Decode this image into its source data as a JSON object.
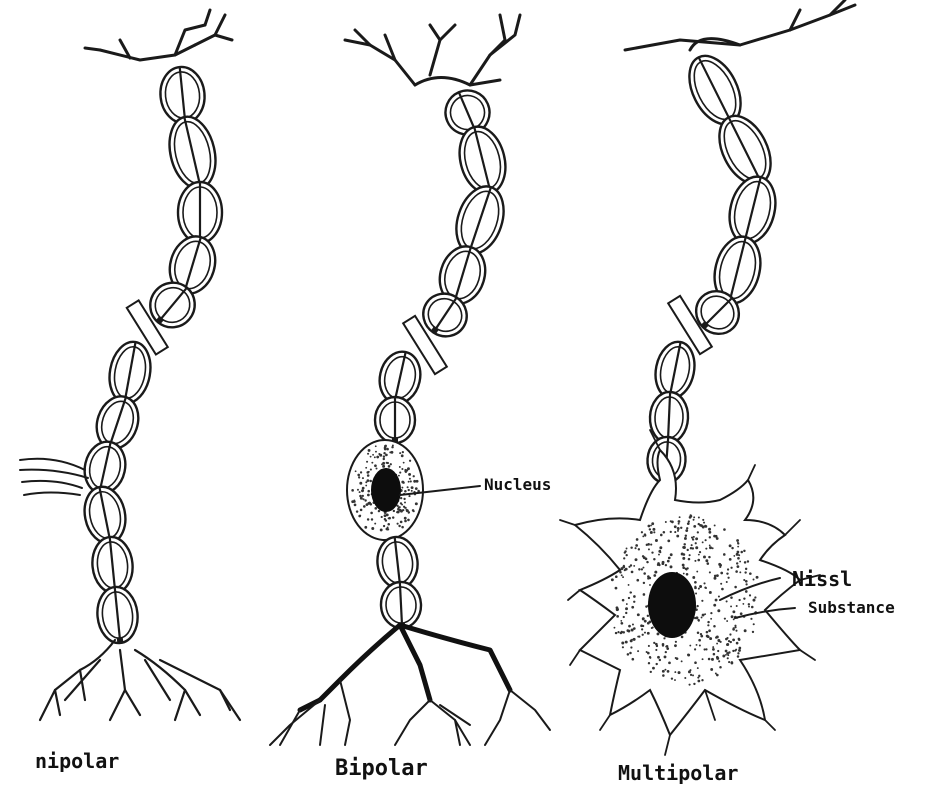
{
  "diagram": {
    "neurons": [
      {
        "id": "unipolar",
        "label": "nipolar"
      },
      {
        "id": "bipolar",
        "label": "Bipolar",
        "callouts": [
          "Nucleus"
        ]
      },
      {
        "id": "multipolar",
        "label": "Multipolar",
        "callouts": [
          "Nissl",
          "Substance"
        ]
      }
    ],
    "colors": {
      "ink": "#1a1a1a",
      "paper": "#ffffff",
      "stipple": "#333333"
    }
  }
}
